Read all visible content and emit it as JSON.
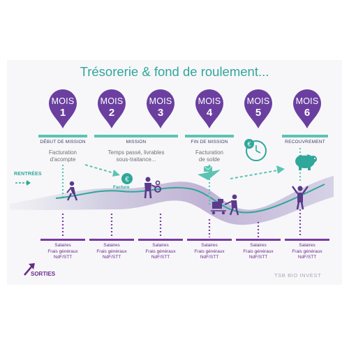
{
  "title": "Trésorerie & fond de roulement...",
  "months": [
    {
      "word": "MOIS",
      "number": "1"
    },
    {
      "word": "MOIS",
      "number": "2"
    },
    {
      "word": "MOIS",
      "number": "3"
    },
    {
      "word": "MOIS",
      "number": "4"
    },
    {
      "word": "MOIS",
      "number": "5"
    },
    {
      "word": "MOIS",
      "number": "6"
    }
  ],
  "phases": [
    {
      "label": "DÉBUT DE MISSION"
    },
    {
      "label": "MISSION"
    },
    {
      "label": "FIN DE MISSION"
    },
    {
      "label": "RECOUVREMENT"
    }
  ],
  "descriptions": {
    "debut_line1": "Facturation",
    "debut_line2": "d'acompte",
    "mission_line1": "Temps passé, livrables",
    "mission_line2": "sous-traitance...",
    "fin_line1": "Facturation",
    "fin_line2": "de solde"
  },
  "facture_label": "Facture",
  "rentrees_label": "RENTRÉES",
  "sorties_label": "SORTIES",
  "costs": [
    {
      "line1": "Salaires",
      "line2": "Frais généraux",
      "line3": "NdF/STT"
    },
    {
      "line1": "Salaires",
      "line2": "Frais généraux",
      "line3": "NdF/STT"
    },
    {
      "line1": "Salaires",
      "line2": "Frais généraux",
      "line3": "NdF/STT"
    },
    {
      "line1": "Salaires",
      "line2": "Frais généraux",
      "line3": "NdF/STT"
    },
    {
      "line1": "Salaires",
      "line2": "Frais généraux",
      "line3": "NdF/STT"
    },
    {
      "line1": "Salaires",
      "line2": "Frais généraux",
      "line3": "NdF/STT"
    }
  ],
  "brand": "TSB BIO INVEST",
  "colors": {
    "purple": "#6b3fa0",
    "teal": "#5cc3b3",
    "dark_teal": "#2fa79a",
    "cost_purple": "#6a2a8a"
  }
}
